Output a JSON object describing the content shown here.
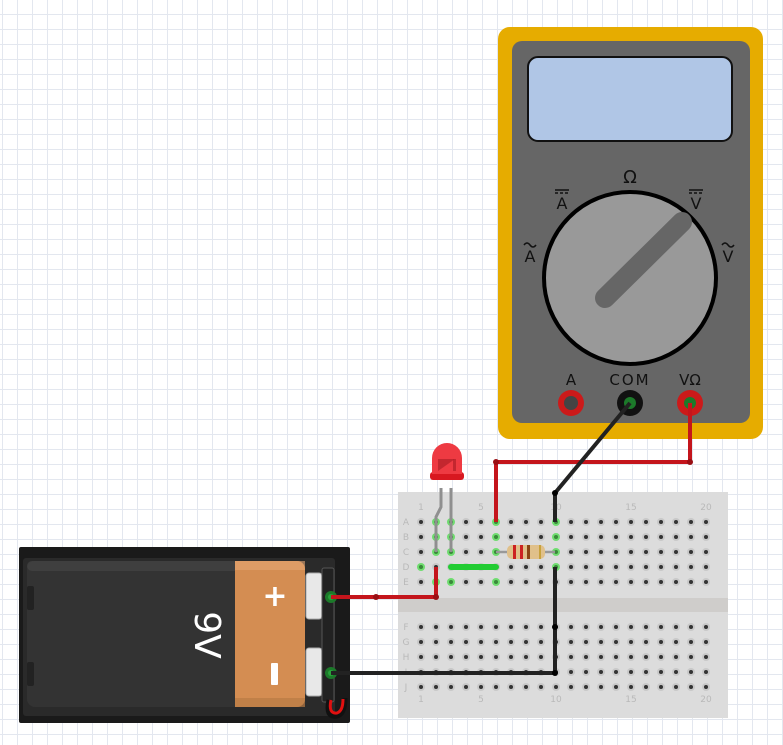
{
  "multimeter": {
    "body_color": "#e6ac00",
    "face_color": "#666666",
    "display_color": "#b0c6e6",
    "dial_color": "#999999",
    "dial_labels": {
      "ohm": "Ω",
      "dc_amps": "A",
      "dc_volts": "V",
      "ac_amps": "A",
      "ac_volts": "V"
    },
    "ports": [
      {
        "label": "A",
        "color": "#cc1a1a"
      },
      {
        "label": "COM",
        "color": "#111111"
      },
      {
        "label": "VΩ",
        "color": "#cc1a1a"
      }
    ]
  },
  "battery": {
    "label": "9V",
    "plus": "+",
    "minus": "-",
    "body_color": "#333333",
    "cap_color": "#d48d52"
  },
  "breadboard": {
    "rows_top": [
      "A",
      "B",
      "C",
      "D",
      "E"
    ],
    "rows_bottom": [
      "F",
      "G",
      "H",
      "I",
      "J"
    ],
    "column_labels": [
      {
        "col": 1,
        "text": "1"
      },
      {
        "col": 5,
        "text": "5"
      },
      {
        "col": 10,
        "text": "10"
      },
      {
        "col": 15,
        "text": "15"
      },
      {
        "col": 20,
        "text": "20"
      }
    ],
    "columns": 20
  },
  "resistor": {
    "bands": [
      "#cc2222",
      "#cc2222",
      "#8b4513",
      "#c8a23c"
    ],
    "value": "220Ω"
  },
  "led": {
    "color": "#e8202a"
  },
  "wire_colors": {
    "red": "#c4151c",
    "black": "#222222",
    "jumper": "#22cc33"
  }
}
